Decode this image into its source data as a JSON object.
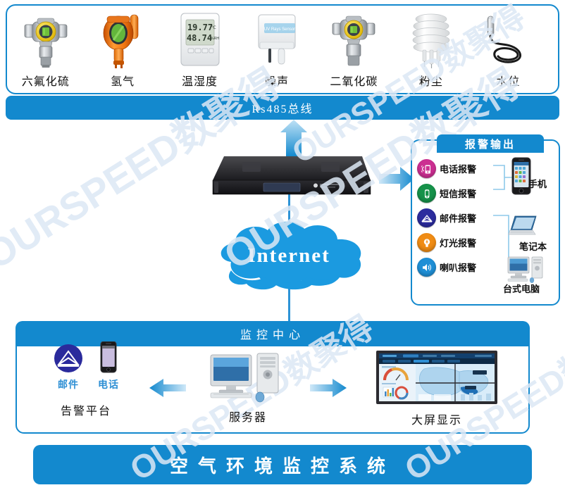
{
  "theme": {
    "blue": "#1389CE",
    "line_blue": "#2d93d6",
    "text_blue": "#2d8fd4",
    "bg": "#ffffff"
  },
  "watermark": {
    "text": "OURSPEED数聚得"
  },
  "sensors": {
    "items": [
      {
        "label": "六氟化硫",
        "icon": "gas-detector-icon"
      },
      {
        "label": "氢气",
        "icon": "hydrogen-detector-icon"
      },
      {
        "label": "温湿度",
        "icon": "temp-humidity-display-icon"
      },
      {
        "label": "噪声",
        "icon": "noise-sensor-icon"
      },
      {
        "label": "二氧化碳",
        "icon": "co2-detector-icon"
      },
      {
        "label": "粉尘",
        "icon": "dust-sensor-icon"
      },
      {
        "label": "水位",
        "icon": "water-level-probe-icon"
      }
    ],
    "lcd": {
      "temperature": "19.77",
      "temp_unit": "℃",
      "humidity": "48.74",
      "hum_unit": "%RH"
    },
    "noise_device_text": "UV Rays Sensor"
  },
  "bus": {
    "label": "Rs485总线"
  },
  "network": {
    "cloud_label": "Internet"
  },
  "alarm": {
    "title": "报警输出",
    "channels": [
      {
        "label": "电话报警",
        "icon": "ringing-phone-icon",
        "color": "#cc2f92"
      },
      {
        "label": "短信报警",
        "icon": "sms-phone-icon",
        "color": "#16924a"
      },
      {
        "label": "邮件报警",
        "icon": "envelope-icon",
        "color": "#2c2c9e"
      },
      {
        "label": "灯光报警",
        "icon": "light-bulb-icon",
        "color": "#f08c14"
      },
      {
        "label": "喇叭报警",
        "icon": "speaker-icon",
        "color": "#1f8fd6"
      }
    ],
    "devices": [
      {
        "label": "手机",
        "icon": "smartphone-icon"
      },
      {
        "label": "笔记本",
        "icon": "laptop-icon"
      },
      {
        "label": "台式电脑",
        "icon": "desktop-computer-icon"
      }
    ]
  },
  "monitor_center": {
    "title": "监控中心",
    "cells": [
      {
        "caption": "告警平台",
        "icon": "alarm-platform-icon",
        "subitems": [
          {
            "label": "邮件",
            "icon": "envelope-icon"
          },
          {
            "label": "电话",
            "icon": "smartphone-icon"
          }
        ]
      },
      {
        "caption": "服务器",
        "icon": "server-pc-icon",
        "subitems": []
      },
      {
        "caption": "大屏显示",
        "icon": "video-wall-icon",
        "subitems": []
      }
    ]
  },
  "footer": {
    "title": "空气环境监控系统"
  }
}
